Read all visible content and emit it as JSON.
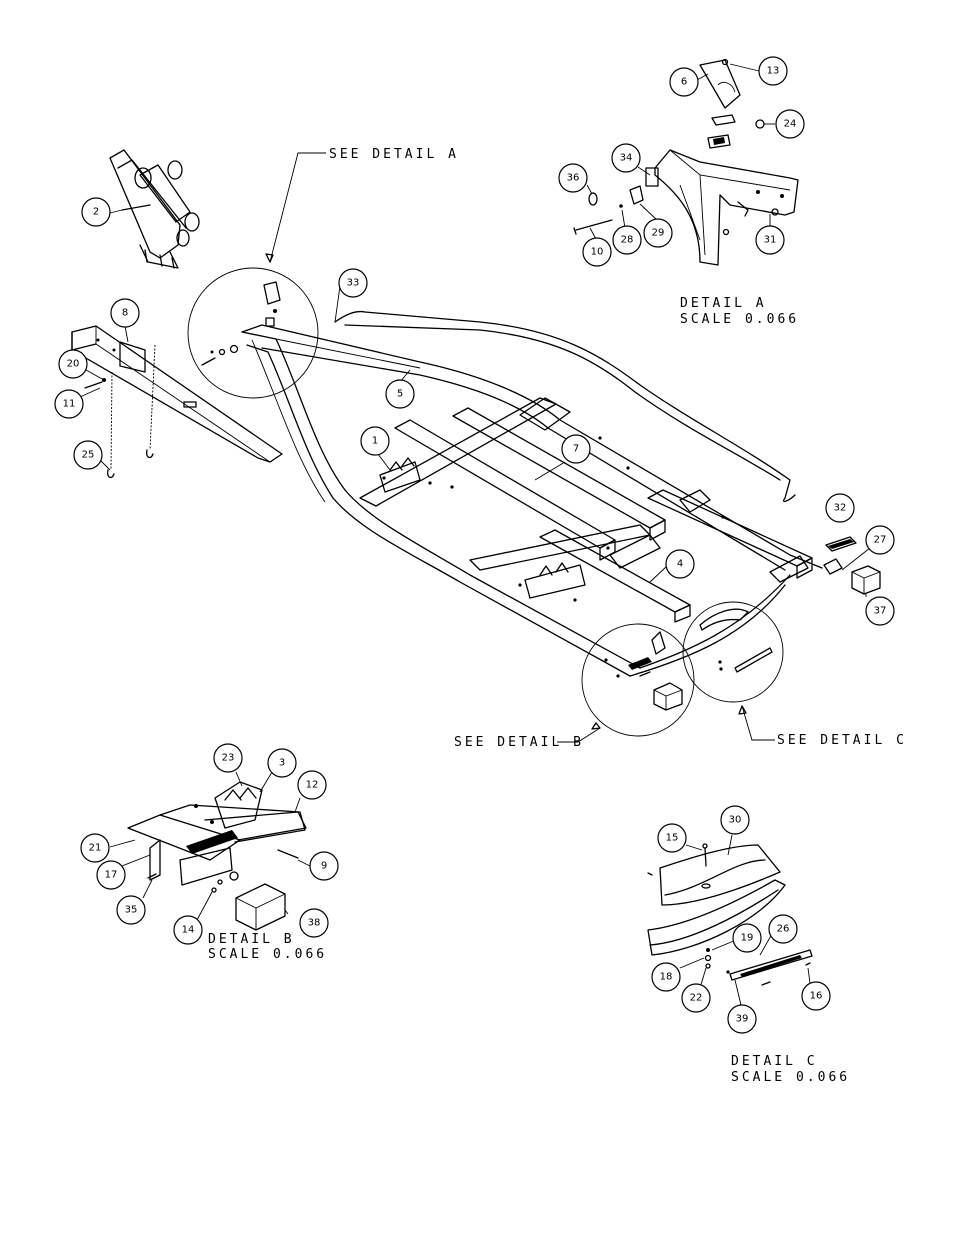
{
  "labels": {
    "see_a": "SEE DETAIL  A",
    "see_b": "SEE DETAIL  B",
    "see_c": "SEE DETAIL  C",
    "detail_a_title": "DETAIL  A",
    "detail_a_scale": "SCALE  0.066",
    "detail_b_title": "DETAIL  B",
    "detail_b_scale": "SCALE  0.066",
    "detail_c_title": "DETAIL  C",
    "detail_c_scale": "SCALE  0.066"
  },
  "balloons": [
    "1",
    "2",
    "3",
    "4",
    "5",
    "6",
    "7",
    "8",
    "9",
    "10",
    "11",
    "12",
    "13",
    "14",
    "15",
    "16",
    "17",
    "18",
    "19",
    "20",
    "21",
    "22",
    "23",
    "24",
    "25",
    "26",
    "27",
    "28",
    "29",
    "30",
    "31",
    "32",
    "33",
    "34",
    "35",
    "36",
    "37",
    "38",
    "39"
  ]
}
